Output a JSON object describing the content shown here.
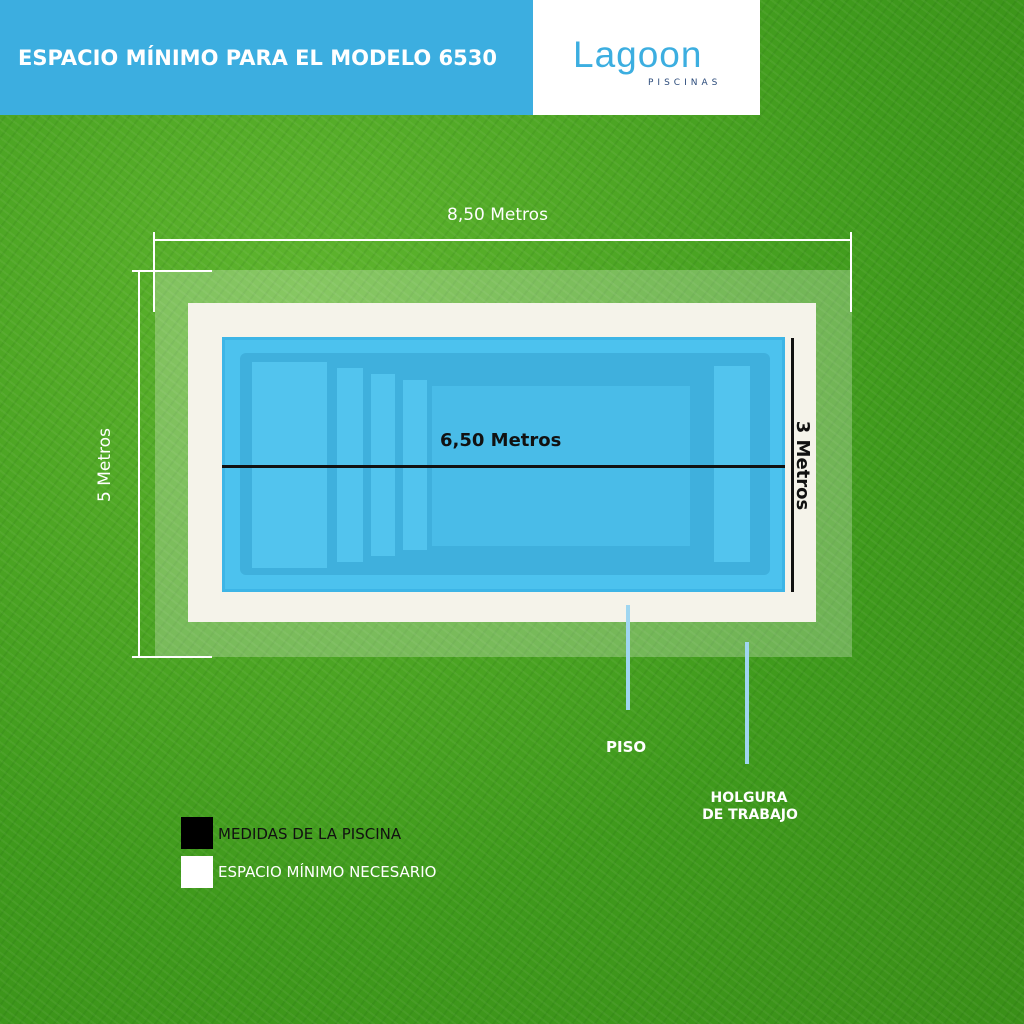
{
  "header": {
    "title": "ESPACIO MÍNIMO PARA EL MODELO 6530"
  },
  "logo": {
    "name": "Lagoon",
    "sub": "PISCINAS"
  },
  "dimensions": {
    "outer_width": "8,50 Metros",
    "outer_height": "5 Metros",
    "pool_length": "6,50 Metros",
    "pool_width": "3 Metros"
  },
  "callouts": {
    "floor": "PISO",
    "clearance_1": "HOLGURA",
    "clearance_2": "DE TRABAJO"
  },
  "legend": [
    {
      "label": "MEDIDAS DE LA PISCINA",
      "color": "#000000"
    },
    {
      "label": "ESPACIO MÍNIMO NECESARIO",
      "color": "#ffffff"
    }
  ]
}
